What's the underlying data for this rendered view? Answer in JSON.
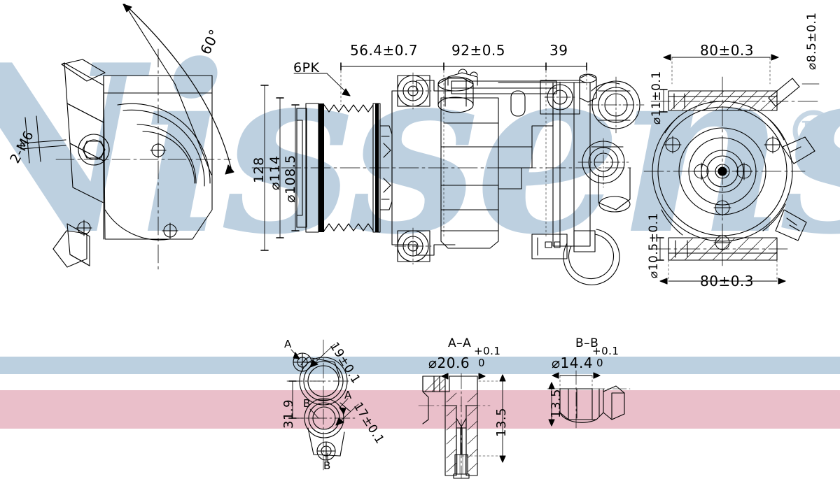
{
  "document": {
    "type": "technical-drawing",
    "subject": "air-conditioning-compressor",
    "brand": "Nissens",
    "trademark_symbol": "®"
  },
  "colors": {
    "line": "#000000",
    "watermark": "#bdd0e0",
    "band_blue": "#bcd0e0",
    "band_pink": "#eabfca",
    "background": "#ffffff"
  },
  "watermark": {
    "text": "Nissens",
    "registered": "®"
  },
  "views": {
    "left": {
      "name": "rear-mounting-view"
    },
    "main": {
      "name": "side-elevation-view"
    },
    "right": {
      "name": "front-circular-view"
    },
    "detail_ports": {
      "name": "port-flange-detail"
    },
    "section_aa": {
      "name": "section-a-a"
    },
    "section_bb": {
      "name": "section-b-b"
    }
  },
  "dimensions": {
    "angle_60": "60°",
    "bolt_2_m6": "2-M6",
    "belt_6pk": "6PK",
    "len_56_4": "56.4±0.7",
    "len_92": "92±0.5",
    "len_39": "39",
    "h_128": "128",
    "dia_114": "⌀114",
    "dia_108_5": "⌀108.5",
    "top_80": "80±0.3",
    "bot_80": "80±0.3",
    "dia_11": "⌀11±0.1",
    "dia_8_5": "⌀8.5±0.1",
    "dia_10_5": "⌀10.5±0.1",
    "det_19": "19±0.1",
    "det_31_9": "31.9",
    "det_17": "17±0.1",
    "sec_aa_title": "A–A",
    "sec_aa_dia": "⌀20.6",
    "sec_aa_tol_up": "+0.1",
    "sec_aa_tol_lo": "0",
    "sec_aa_depth": "13.5",
    "sec_bb_title": "B–B",
    "sec_bb_dia": "⌀14.4",
    "sec_bb_tol_up": "+0.1",
    "sec_bb_tol_lo": "0",
    "sec_bb_depth": "13.5",
    "mark_a1": "A",
    "mark_a2": "A",
    "mark_b1": "B",
    "mark_b2": "B"
  }
}
